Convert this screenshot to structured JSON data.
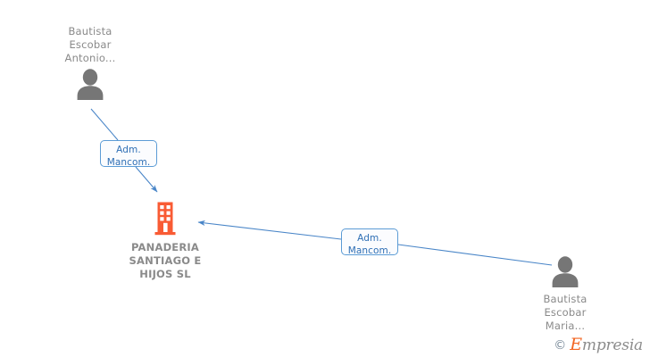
{
  "diagram": {
    "title": "PANADERIA SANTIAGO E HIJOS SL",
    "type": "corporate-relationship-graph",
    "background_color": "#ffffff",
    "colors": {
      "edge": "#4a86c8",
      "relation_box_border": "#5b9bd5",
      "relation_box_text": "#2f6fb5",
      "relation_box_fill": "#fbfcfe",
      "person_icon": "#767676",
      "company_icon": "#f95b34",
      "node_label_text": "#8a8a8a",
      "watermark_accent": "#f26522",
      "watermark_text": "#8c8c8c"
    }
  },
  "nodes": {
    "person_top_left": {
      "name": "Bautista\nEscobar\nAntonio...",
      "icon": "person-icon",
      "role": "administrator"
    },
    "company_center": {
      "name": "PANADERIA\nSANTIAGO E\nHIJOS SL",
      "icon": "building-icon",
      "role": "company"
    },
    "person_bottom_right": {
      "name": "Bautista\nEscobar\nMaria...",
      "icon": "person-icon",
      "role": "administrator"
    }
  },
  "edges": [
    {
      "id": "edge-antonio-to-company",
      "from": "person_top_left",
      "to": "company_center",
      "label": "Adm.\nMancom.",
      "label_line1": "Adm.",
      "label_line2": "Mancom.",
      "arrow": "to-company"
    },
    {
      "id": "edge-maria-to-company",
      "from": "person_bottom_right",
      "to": "company_center",
      "label": "Adm.\nMancom.",
      "label_line1": "Adm.",
      "label_line2": "Mancom.",
      "arrow": "to-company"
    }
  ],
  "watermark": {
    "copyright_symbol": "©",
    "brand_capital": "E",
    "brand_rest": "mpresia",
    "brand_full": "Empresia"
  }
}
